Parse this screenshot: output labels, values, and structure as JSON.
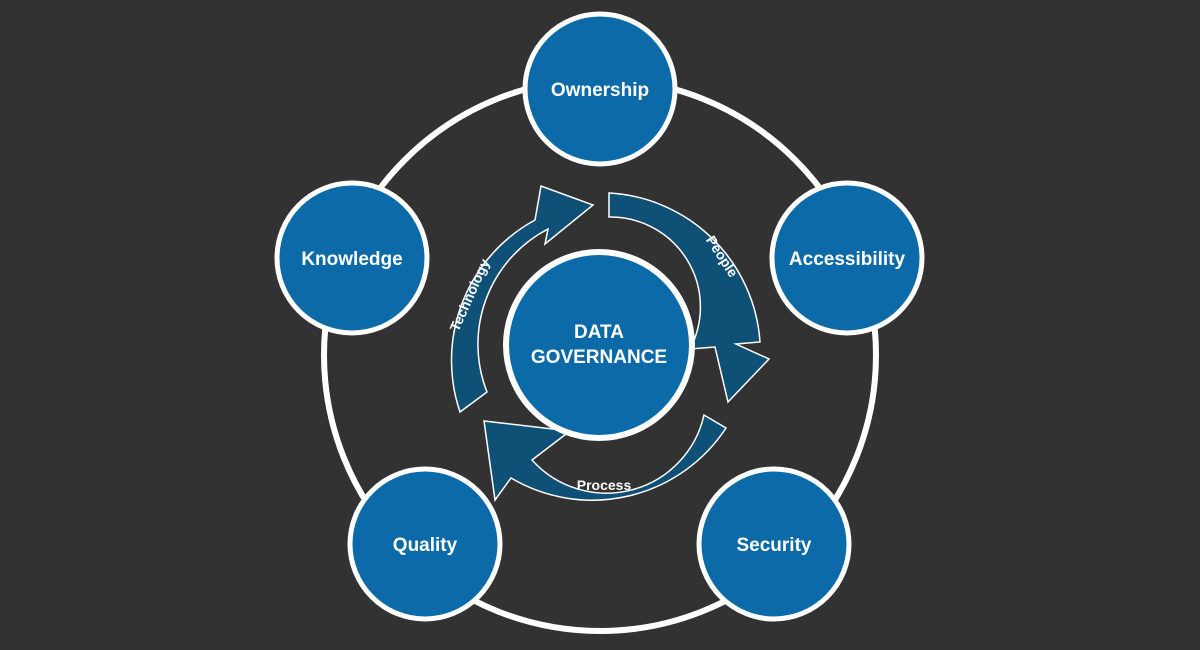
{
  "center": {
    "line1": "DATA",
    "line2": "GOVERNANCE"
  },
  "pillars": [
    {
      "id": "ownership",
      "label": "Ownership"
    },
    {
      "id": "accessibility",
      "label": "Accessibility"
    },
    {
      "id": "security",
      "label": "Security"
    },
    {
      "id": "quality",
      "label": "Quality"
    },
    {
      "id": "knowledge",
      "label": "Knowledge"
    }
  ],
  "cycle": [
    {
      "id": "people",
      "label": "People"
    },
    {
      "id": "process",
      "label": "Process"
    },
    {
      "id": "technology",
      "label": "Technology"
    }
  ],
  "colors": {
    "background": "#323232",
    "node_fill": "#0c6aa8",
    "ring": "#ffffff",
    "arrow_fill": "#0f5076"
  }
}
